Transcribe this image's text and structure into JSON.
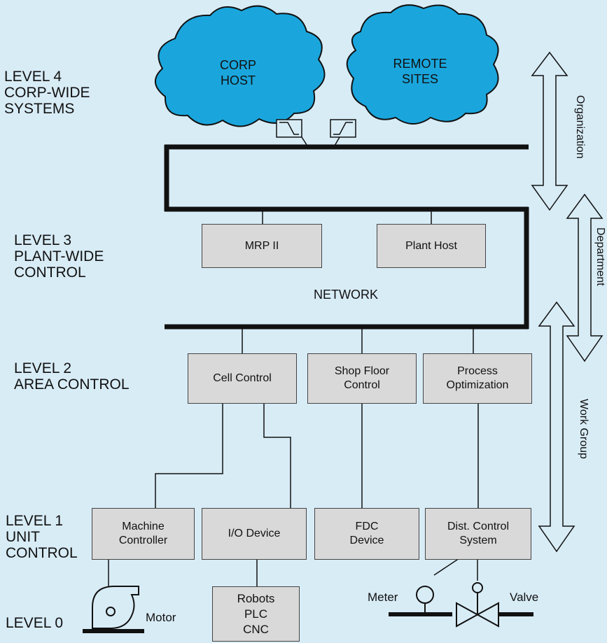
{
  "levels": {
    "level4": "LEVEL 4\nCORP-WIDE\nSYSTEMS",
    "level3": "LEVEL 3\nPLANT-WIDE\nCONTROL",
    "level2": "LEVEL 2\nAREA CONTROL",
    "level1": "LEVEL 1\nUNIT\nCONTROL",
    "level0": "LEVEL 0"
  },
  "clouds": {
    "corp_host": "CORP\nHOST",
    "remote_sites": "REMOTE\nSITES"
  },
  "network_label": "NETWORK",
  "level3_boxes": {
    "mrp": "MRP II",
    "plant_host": "Plant Host"
  },
  "level2_boxes": {
    "cell": "Cell Control",
    "shop_floor": "Shop Floor\nControl",
    "process_opt": "Process\nOptimization"
  },
  "level1_boxes": {
    "machine": "Machine\nController",
    "io": "I/O Device",
    "fdc": "FDC\nDevice",
    "dcs": "Dist. Control\nSystem"
  },
  "level0": {
    "robots": "Robots\nPLC\nCNC",
    "motor": "Motor",
    "meter": "Meter",
    "valve": "Valve"
  },
  "scopes": {
    "organization": "Organization",
    "department": "Department",
    "work_group": "Work Group"
  },
  "colors": {
    "background": "#d8ecf6",
    "cloud": "#1aa6dd",
    "box": "#d9d9d9",
    "line": "#111111"
  }
}
